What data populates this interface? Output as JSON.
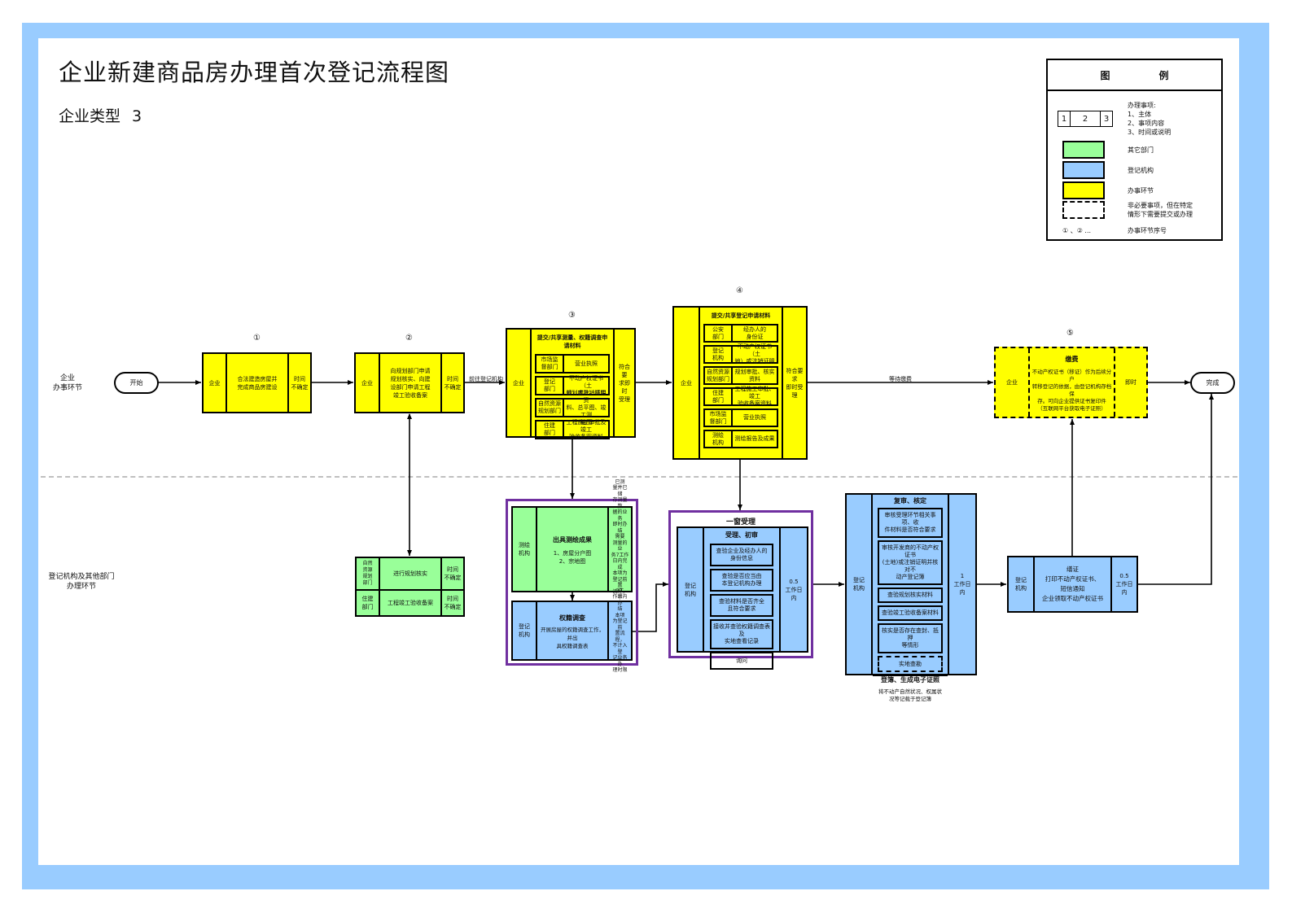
{
  "title": "企业新建商品房办理首次登记流程图",
  "subtitle": {
    "label": "企业类型",
    "value": "3"
  },
  "lanes": {
    "top": "企业\n办事环节",
    "bottom": "登记机构及其他部门\n办理环节"
  },
  "legend": {
    "head_left": "图",
    "head_right": "例",
    "box123": [
      "1",
      "2",
      "3"
    ],
    "items_desc": "办理事项:\n1、主体\n2、事项内容\n3、时间或说明",
    "other_dept": "其它部门",
    "registry": "登记机构",
    "step": "办事环节",
    "optional": "非必要事项，但在特定\n情形下需要提交或办理",
    "seq_symbol": "① 、② ...",
    "seq_label": "办事环节序号",
    "colors": {
      "other_dept": "#99ff99",
      "registry": "#99ccff",
      "step": "#ffff00"
    }
  },
  "terminals": {
    "start": "开始",
    "end": "完成"
  },
  "steps": {
    "s1": {
      "no": "①",
      "subject": "企业",
      "content": "合法建造房屋并\n完成商品房建设",
      "time": "时间\n不确定"
    },
    "s2": {
      "no": "②",
      "subject": "企业",
      "content": "向规划部门申请\n规划核实、向建\n设部门申请工程\n竣工验收备案",
      "time": "时间\n不确定"
    },
    "s3": {
      "no": "③",
      "subject": "企业",
      "title": "提交/共享测量、权籍调查申请材料",
      "time": "符合要\n求即时\n受理",
      "items": [
        {
          "dept": "市场监\n督部门",
          "doc": "营业执照"
        },
        {
          "dept": "登记\n部门",
          "doc": "不动产权证书（土\n地）或注销证明"
        },
        {
          "dept": "自然资源\n规划部门",
          "doc": "规划审批、核实资\n料、总平图、竣工测\n量图"
        },
        {
          "dept": "住建\n部门",
          "doc": "工程施工审批及竣工\n验收备案资料"
        }
      ]
    },
    "s4": {
      "no": "④",
      "subject": "企业",
      "title": "提交/共享登记申请材料",
      "time": "符合要求\n即时受理",
      "items": [
        {
          "dept": "公安\n部门",
          "doc": "经办人的\n身份证"
        },
        {
          "dept": "登记\n机构",
          "doc": "不动产权证书（土\n地）或注销证明"
        },
        {
          "dept": "自然资源\n规划部门",
          "doc": "规划审批、核实资料"
        },
        {
          "dept": "住建\n部门",
          "doc": "工程施工审批、竣工\n验收备案资料"
        },
        {
          "dept": "市场监\n督部门",
          "doc": "营业执照"
        },
        {
          "dept": "测绘\n机构",
          "doc": "测绘报告及成果"
        }
      ]
    },
    "s5": {
      "no": "⑤",
      "subject": "企业",
      "title": "缴费",
      "content": "不动产权证书（移证）作为后续分户\n转移登记的依据，由登记机构存档保\n存。可向企业提供证书复印件\n（互联网平台获取电子证照）",
      "time": "即时"
    }
  },
  "edges": {
    "to_registry": "前往登记机构",
    "await_fee": "等待缴费"
  },
  "dept_tasks": [
    {
      "dept": "自然\n资源\n规划\n部门",
      "task": "进行规划核实",
      "time": "时间\n不确定"
    },
    {
      "dept": "住建\n部门",
      "task": "工程竣工验收备案",
      "time": "时间\n不确定"
    }
  ],
  "survey": {
    "dept": "测绘\n机构",
    "title": "出具测绘成果",
    "content": "1、房屋分户图\n2、宗地图",
    "note": "已测\n量并已储\n存测量数\n据的业务\n即时办结\n需要\n测量的业\n务7工作\n日内完成\n本项为\n登记前置\n流程，不\n计入办理\n时限"
  },
  "cadastral": {
    "dept": "登记\n机构",
    "title": "权籍调查",
    "content": "开展房屋的权籍调查工作，并出\n具权籍调查表",
    "note": "7工\n作日内办\n结\n本项\n为登记前\n置流程，\n不计入登\n记业务办\n理时限"
  },
  "window": {
    "frame_title": "一窗受理",
    "dept": "登记\n机构",
    "section": "受理、初审",
    "time": "0.5\n工作日\n内",
    "checks": [
      "查验企业及经办人的\n身份信息",
      "查验是否应当由\n本登记机构办理",
      "查验材料是否齐全\n且符合要求",
      "接收并查验权籍调查表及\n实地查看记录",
      "询问"
    ]
  },
  "review": {
    "dept": "登记\n机构",
    "section": "复审、核定",
    "time": "1\n工作日\n内",
    "checks": [
      "审核受理环节相关事项、收\n件材料是否符合要求",
      "审核开发商的不动产权证书\n(土地)或注销证明并核对不\n动产登记簿",
      "查验规划核实材料",
      "查验竣工验收备案材料",
      "核实是否存在查封、抵押\n等情形"
    ],
    "optional_check": "实地查勘",
    "record_title": "登簿、生成电子证照",
    "record_content": "将不动产自然状况、权属状\n况等记载于登记簿"
  },
  "certificate": {
    "dept": "登记\n机构",
    "content": "缮证\n打印不动产权证书、\n短信通知\n企业领取不动产权证书",
    "time": "0.5\n工作日\n内"
  }
}
